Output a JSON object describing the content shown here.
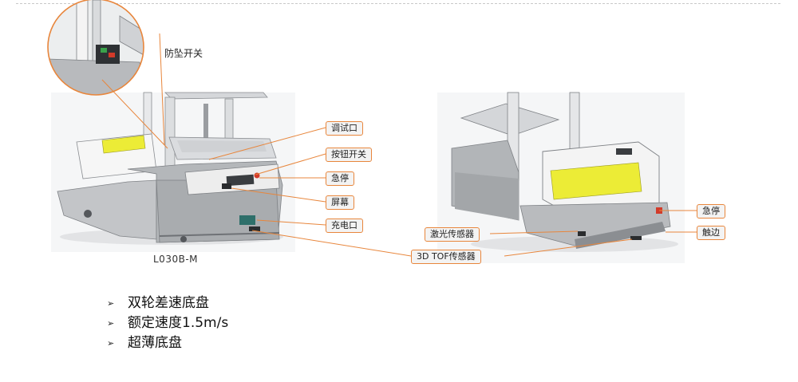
{
  "callouts": {
    "fall_switch": "防坠开关",
    "debug_port": "调试口",
    "button_switch": "按钮开关",
    "estop_left": "急停",
    "screen": "屏幕",
    "charge_port": "充电口",
    "laser_sensor": "激光传感器",
    "tof_sensor": "3D TOF传感器",
    "estop_right": "急停",
    "bumper": "触边"
  },
  "model_label": "L030B-M",
  "features": [
    {
      "marker": "➢",
      "text": "双轮差速底盘"
    },
    {
      "marker": "➢",
      "text": "额定速度1.5m/s"
    },
    {
      "marker": "➢",
      "text": "超薄底盘"
    }
  ],
  "colors": {
    "accent": "#e8863c",
    "highlight": "#ecec36",
    "body": "#b7b9bc",
    "panel": "#f0f0f0"
  }
}
